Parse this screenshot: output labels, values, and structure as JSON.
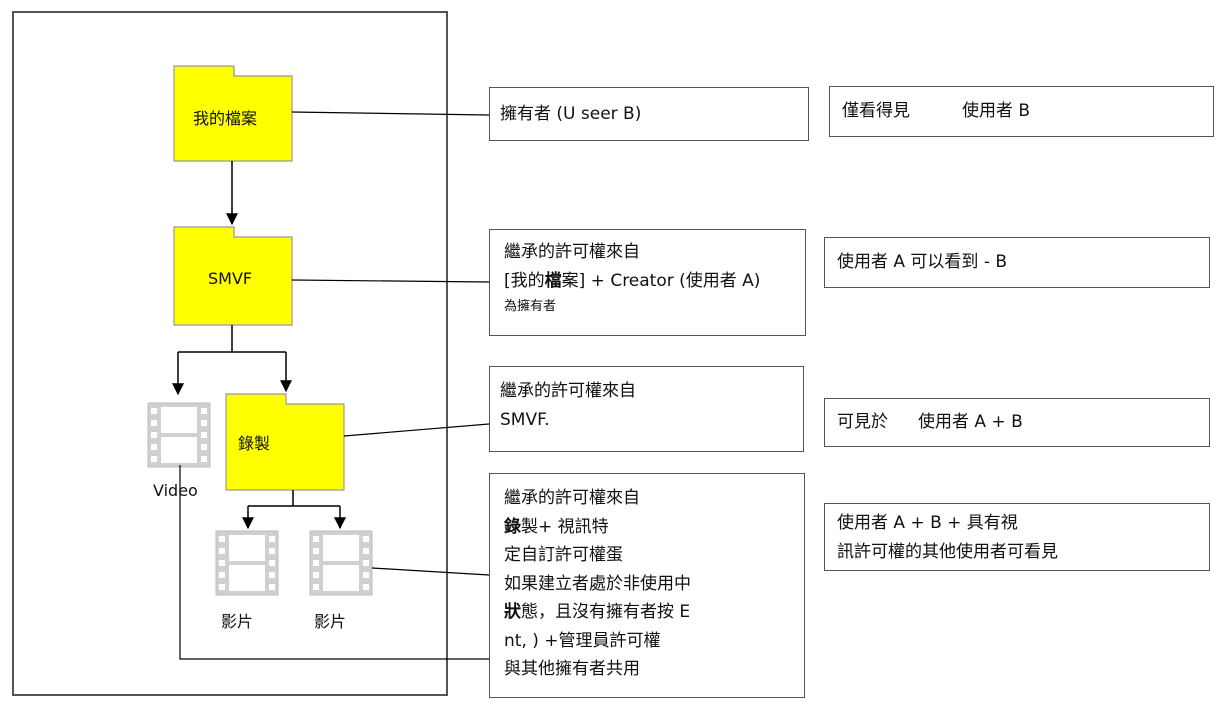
{
  "folders": {
    "my_files": "我的檔案",
    "smvf": "SMVF",
    "recordings": "錄製"
  },
  "videos": {
    "video_label": "Video",
    "movie1_label": "影片",
    "movie2_label": "影片"
  },
  "permissions": {
    "box1": "擁有者 (U seer B)",
    "box2_line1": "繼承的許可權來自",
    "box2_line2_pre": "[我的",
    "box2_line2_bold": "檔",
    "box2_line2_post": "案] + Creator (使用者 A)",
    "box2_line3": "為擁有者",
    "box3_line1": "繼承的許可權來自",
    "box3_line2": "SMVF.",
    "box4_line1": "繼承的許可權來自",
    "box4_line2_bold": "錄",
    "box4_line2_rest": "製+ 視訊特",
    "box4_line3": "定自訂許可權蛋",
    "box4_line4": "如果建立者處於非使用中",
    "box4_line5_bold": "狀",
    "box4_line5_rest": "態，且沒有擁有者按 E",
    "box4_line6": "nt, ) +管理員許可權",
    "box4_line7": "與其他擁有者共用"
  },
  "visibility": {
    "box1_a": "僅看得見",
    "box1_b": "使用者 B",
    "box2": "使用者 A 可以看到 - B",
    "box3_a": "可見於",
    "box3_b": "使用者 A + B",
    "box4_line1": "使用者 A + B + 具有視",
    "box4_line2": "訊許可權的其他使用者可看見"
  },
  "colors": {
    "folder_fill": "#ffff00",
    "folder_stroke": "#888888",
    "film_fill": "#cfcfcf"
  }
}
